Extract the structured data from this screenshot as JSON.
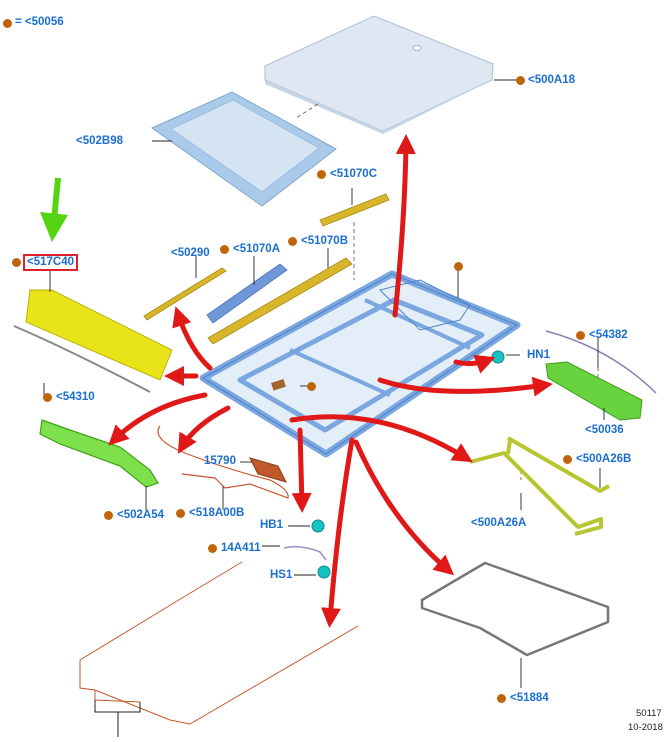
{
  "colors": {
    "label_blue": "#1a6fd1",
    "dot_orange": "#c0640c",
    "arrow_red": "#e01818",
    "pointer_green": "#55d414",
    "highlight_box": "#e0202a",
    "frame_blue": "#7aa7e0",
    "roof_panel": "#dfe8f2",
    "glass_frame": "#9cc3e6",
    "yellow_part": "#d9cf18",
    "green_part": "#78d84a",
    "olive_part": "#b3c232",
    "brown_part": "#b86a3a"
  },
  "legend": {
    "equals": "= <50056"
  },
  "labels": {
    "l_500A18": "<500A18",
    "l_502B98": "<502B98",
    "l_51070C": "<51070C",
    "l_50290": "<50290",
    "l_51070A": "<51070A",
    "l_51070B": "<51070B",
    "l_517C40": "<517C40",
    "l_54382": "<54382",
    "l_HN1": "HN1",
    "l_54310": "<54310",
    "l_50036": "<50036",
    "l_500A26B": "<500A26B",
    "l_15790": "15790",
    "l_502A54": "<502A54",
    "l_518A00B": "<518A00B",
    "l_500A26A": "<500A26A",
    "l_HB1": "HB1",
    "l_14A411": "14A411",
    "l_HS1": "HS1",
    "l_51884": "<51884"
  },
  "footer": {
    "code": "50117",
    "date": "10-2018"
  },
  "icons": {
    "part_callout": "dot-icon",
    "pointer": "green-arrow-icon",
    "direction": "red-arrow-icon"
  }
}
